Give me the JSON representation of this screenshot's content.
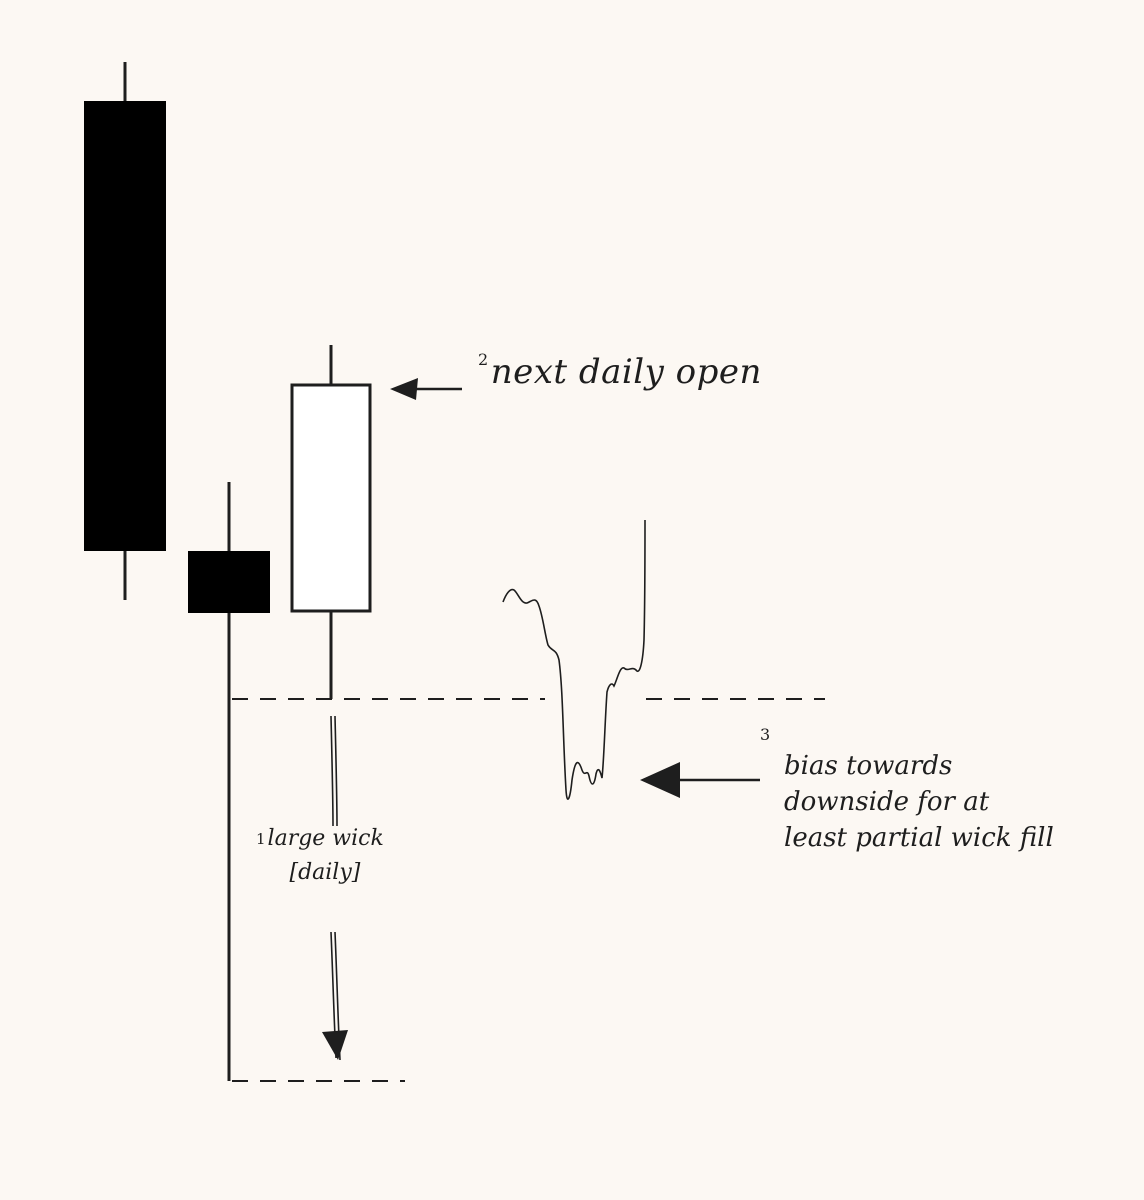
{
  "diagram": {
    "background": "#fcf8f3",
    "ink": "#1e1e1e",
    "annotations": [
      {
        "id": "1",
        "number": "1",
        "lines": [
          "large wick",
          "[daily]"
        ]
      },
      {
        "id": "2",
        "number": "2",
        "lines": [
          "next daily open"
        ]
      },
      {
        "id": "3",
        "number": "3",
        "lines": [
          "bias towards",
          "downside for at",
          "least partial wick fill"
        ]
      }
    ]
  }
}
